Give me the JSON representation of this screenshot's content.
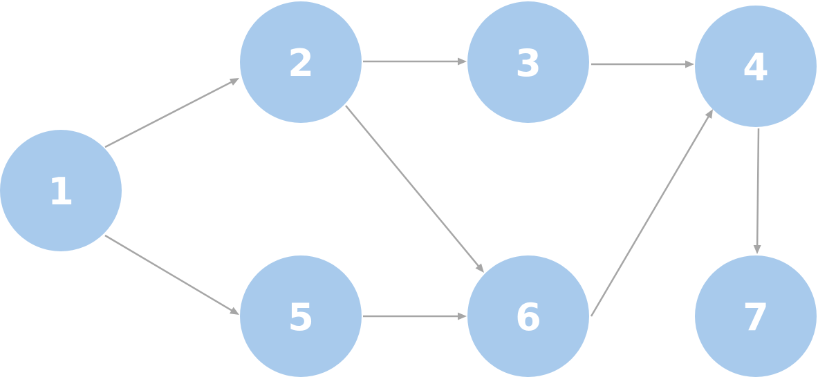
{
  "diagram": {
    "nodes": [
      {
        "id": "1",
        "label": "1"
      },
      {
        "id": "2",
        "label": "2"
      },
      {
        "id": "3",
        "label": "3"
      },
      {
        "id": "4",
        "label": "4"
      },
      {
        "id": "5",
        "label": "5"
      },
      {
        "id": "6",
        "label": "6"
      },
      {
        "id": "7",
        "label": "7"
      }
    ],
    "edges": [
      {
        "from": "1",
        "to": "2"
      },
      {
        "from": "1",
        "to": "5"
      },
      {
        "from": "2",
        "to": "3"
      },
      {
        "from": "2",
        "to": "6"
      },
      {
        "from": "3",
        "to": "4"
      },
      {
        "from": "5",
        "to": "6"
      },
      {
        "from": "6",
        "to": "4"
      },
      {
        "from": "4",
        "to": "7"
      }
    ],
    "colors": {
      "node_fill": "#a8caec",
      "node_text": "#ffffff",
      "edge": "#a6a6a6"
    }
  }
}
